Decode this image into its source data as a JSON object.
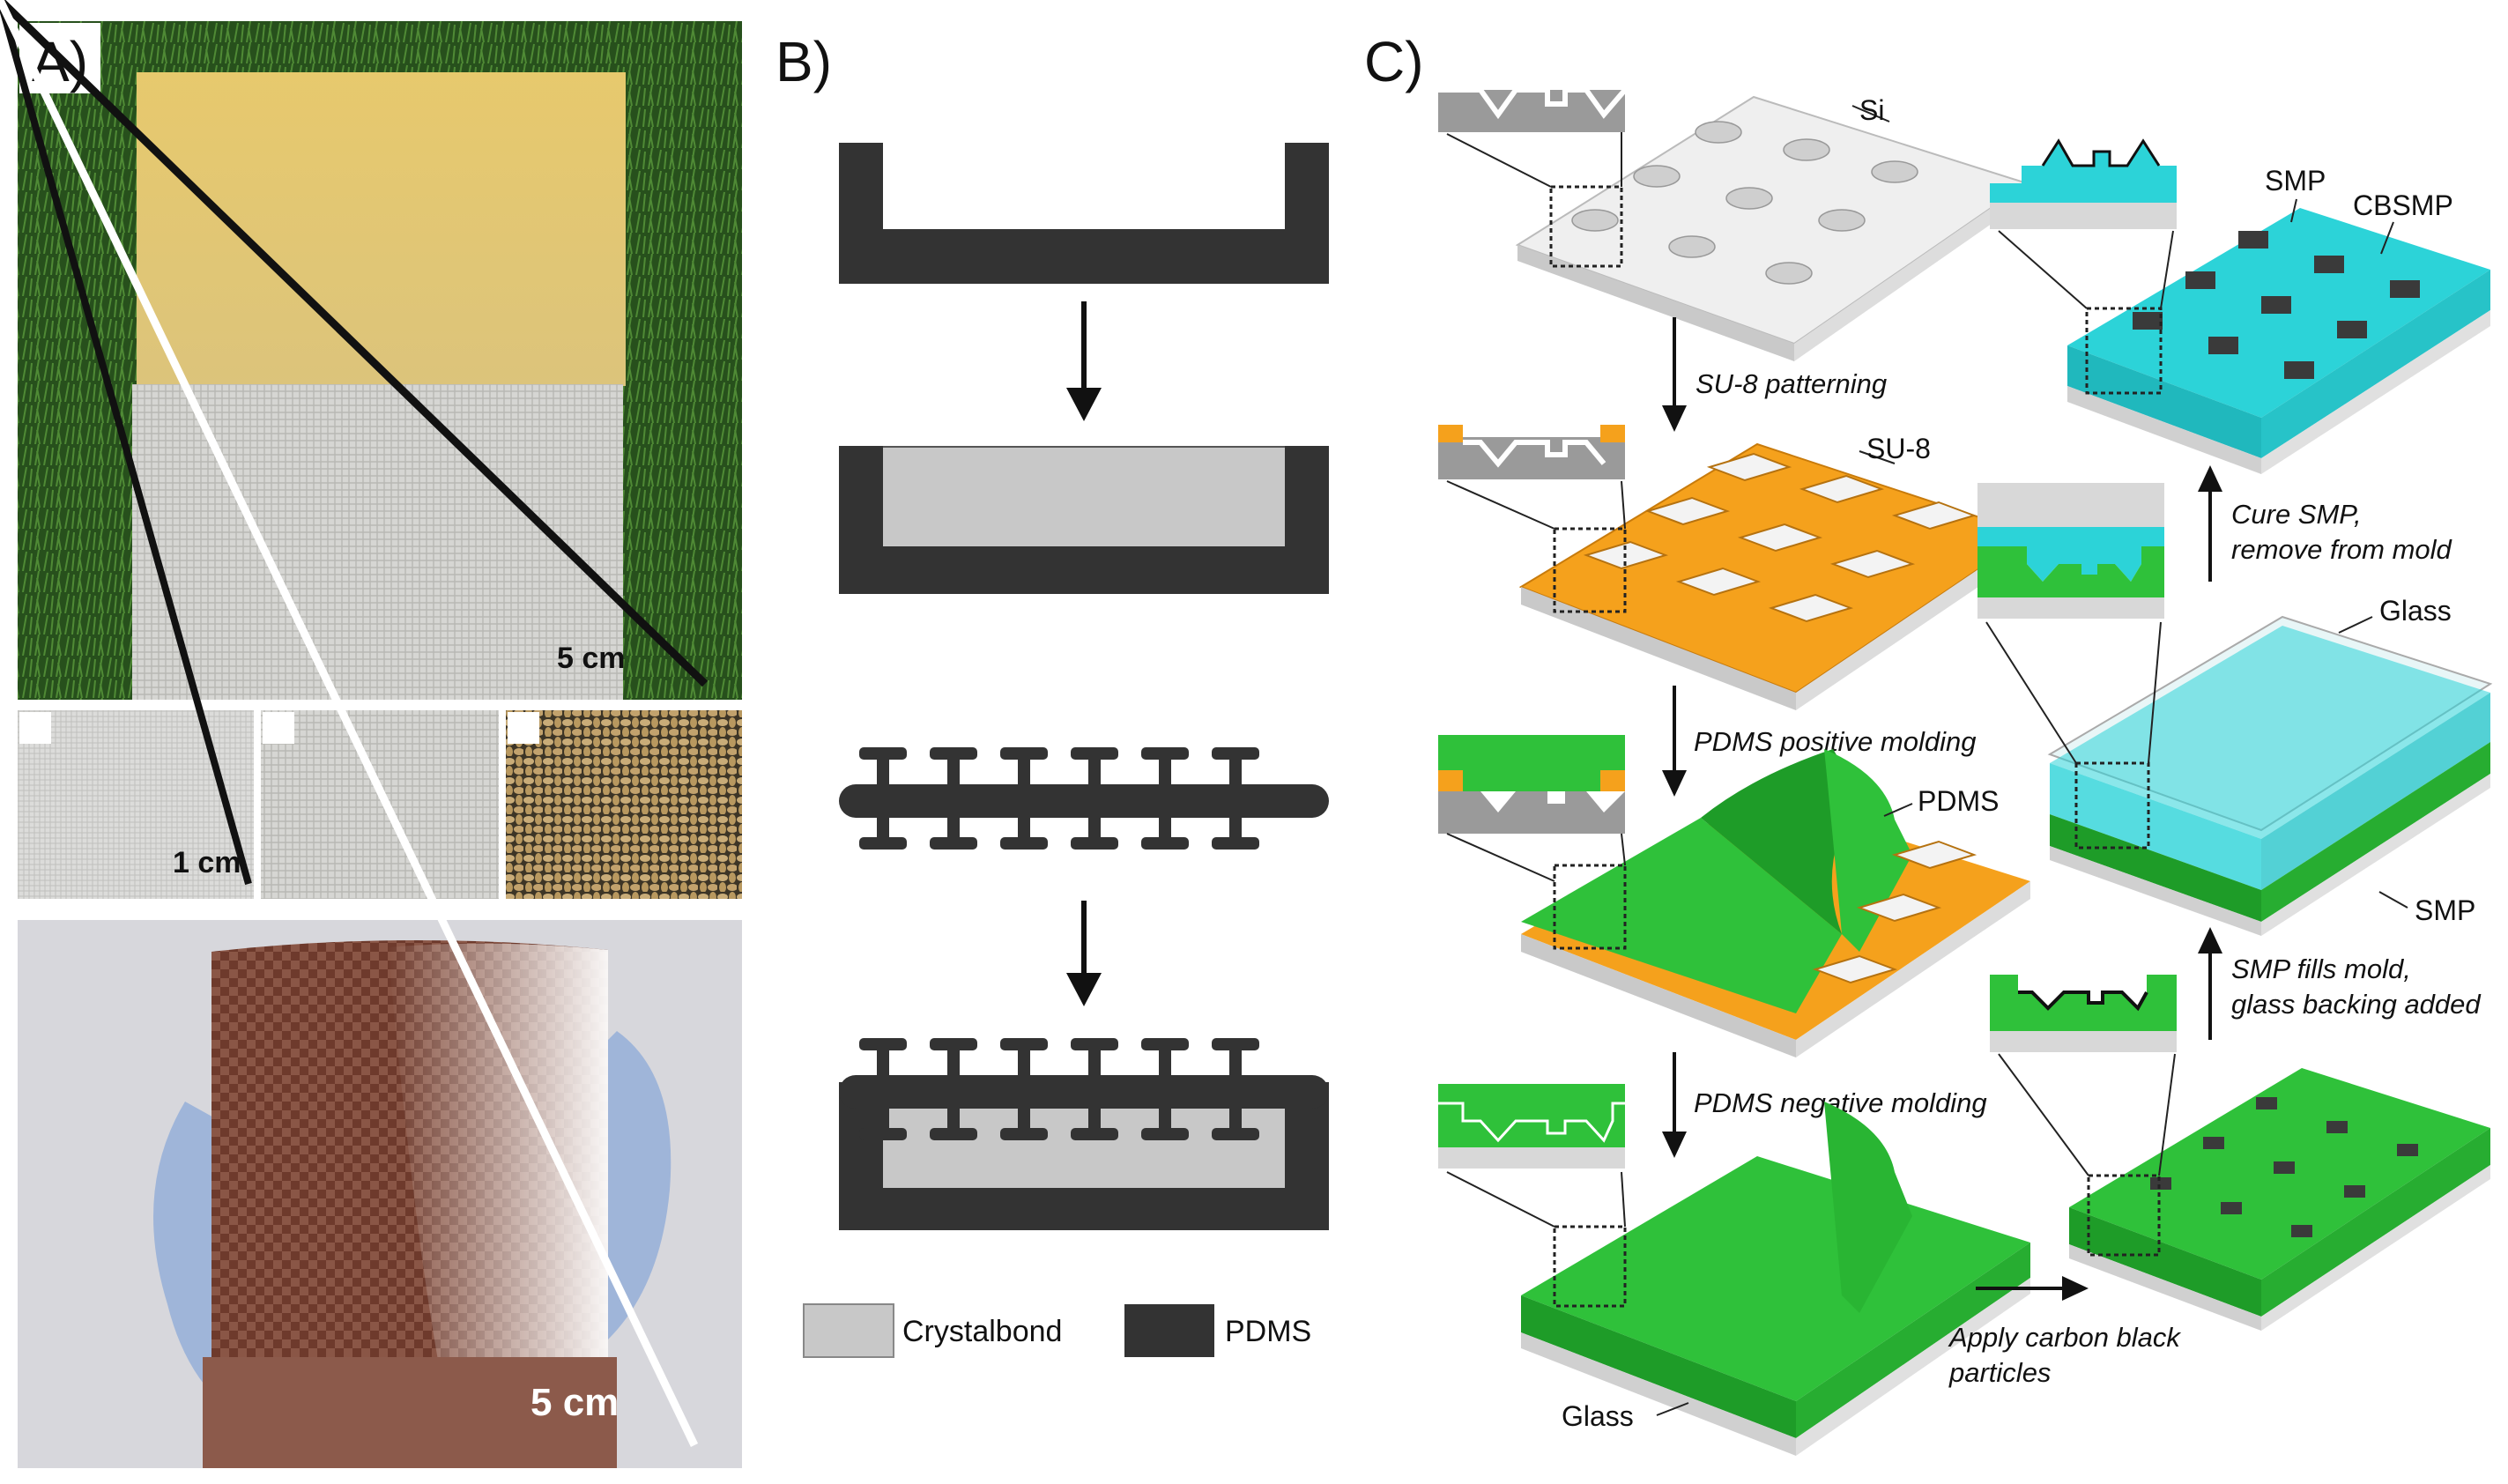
{
  "panels": {
    "a": "A)",
    "b": "B)",
    "c": "C)"
  },
  "panel_a": {
    "top_scale": "5 cm",
    "inset_scale": "1 cm",
    "bottom_scale": "5 cm"
  },
  "panel_b": {
    "legend": {
      "crystalbond": "Crystalbond",
      "pdms": "PDMS"
    }
  },
  "panel_c": {
    "labels": {
      "si": "Si",
      "su8": "SU-8",
      "pdms": "PDMS",
      "glass_bottom": "Glass",
      "smp_top": "SMP",
      "cbsmp": "CBSMP",
      "glass_right": "Glass",
      "smp_right": "SMP"
    },
    "steps": {
      "su8_patterning": "SU-8 patterning",
      "pdms_positive": "PDMS positive molding",
      "pdms_negative": "PDMS negative molding",
      "carbon_1": "Apply carbon black",
      "carbon_2": "particles",
      "smp_fills_1": "SMP fills mold,",
      "smp_fills_2": "glass backing added",
      "cure_1": "Cure SMP,",
      "cure_2": "remove from mold"
    }
  },
  "colors": {
    "orange": "#f5a11c",
    "green": "#2fc13a",
    "cyan": "#2cd3d8",
    "pdms_dark": "#333333",
    "crystalbond": "#c8c8c8"
  }
}
